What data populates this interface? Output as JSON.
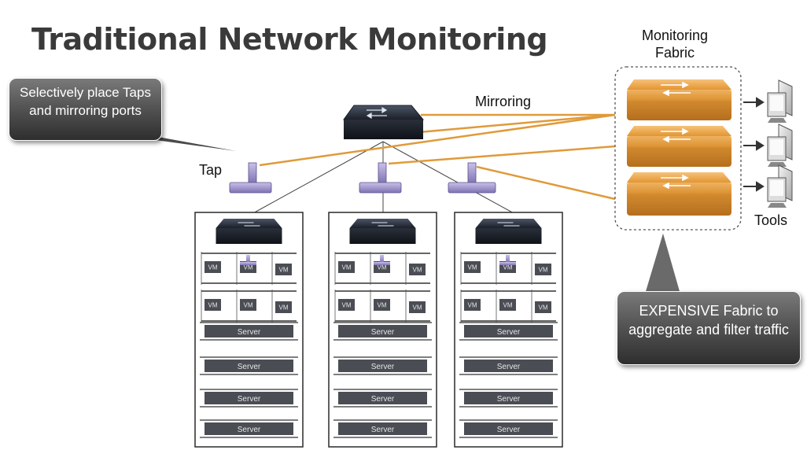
{
  "title": "Traditional Network Monitoring",
  "labels": {
    "mirroring": "Mirroring",
    "monitoring_fabric": "Monitoring Fabric",
    "tap": "Tap",
    "tools": "Tools",
    "vm": "VM",
    "server": "Server"
  },
  "callouts": {
    "left": "Selectively place Taps and mirroring ports",
    "right": "EXPENSIVE Fabric to aggregate and filter traffic"
  },
  "colors": {
    "link_orange": "#e09a3a",
    "fabric_orange": "#e8a23a",
    "switch_dark": "#1e2430",
    "tap_purple": "#9c8fc8",
    "server_dark": "#4a4d54"
  },
  "icons": {
    "switch": "network-switch-icon",
    "tap": "network-tap-icon",
    "tool": "computer-monitor-icon"
  }
}
